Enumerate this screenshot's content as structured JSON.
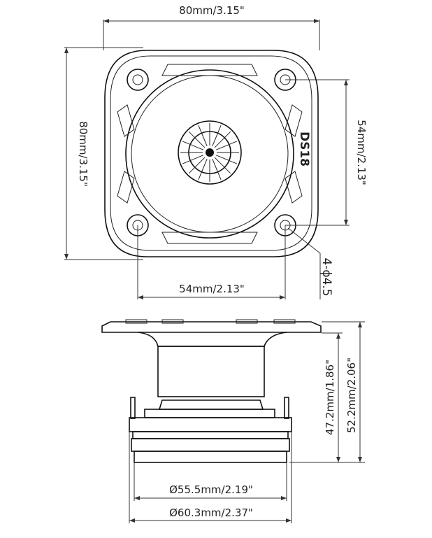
{
  "colors": {
    "ink": "#111111",
    "dim": "#333333",
    "fill": "#ffffff"
  },
  "top_view": {
    "width_label": "80mm/3.15\"",
    "height_label": "80mm/3.15\"",
    "hole_spacing_vertical_label": "54mm/2.13\"",
    "hole_spacing_horizontal_label": "54mm/2.13\"",
    "holes_label": "4-ϕ4.5",
    "logo_text": "DS18"
  },
  "side_view": {
    "height_total_label": "52.2mm/2.06\"",
    "height_body_label": "47.2mm/1.86\"",
    "diameter_inner_label": "Ø55.5mm/2.19\"",
    "diameter_outer_label": "Ø60.3mm/2.37\""
  }
}
